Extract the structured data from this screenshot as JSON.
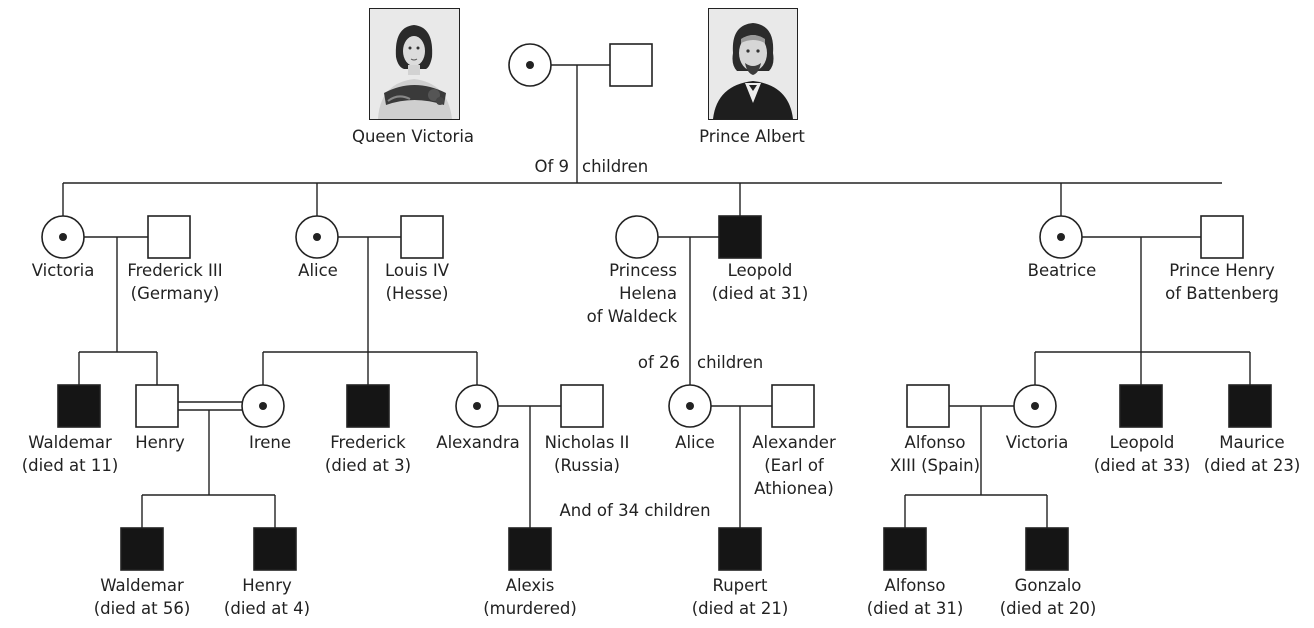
{
  "founders": {
    "victoria": {
      "name": "Queen Victoria",
      "status": "carrier"
    },
    "albert": {
      "name": "Prince Albert",
      "status": "unaffected"
    }
  },
  "sibship_notes": {
    "gen2": [
      "Of 9",
      "children"
    ],
    "leopold_children": [
      "of 26",
      "children"
    ],
    "gen4": "And of 34 children"
  },
  "people": {
    "victoria_jr": {
      "lines": [
        "Victoria"
      ],
      "status": "carrier"
    },
    "frederick_iii": {
      "lines": [
        "Frederick III",
        "(Germany)"
      ],
      "status": "unaffected"
    },
    "alice": {
      "lines": [
        "Alice"
      ],
      "status": "carrier"
    },
    "louis_iv": {
      "lines": [
        "Louis IV",
        "(Hesse)"
      ],
      "status": "unaffected"
    },
    "helena": {
      "lines": [
        "Princess",
        "Helena",
        "of Waldeck"
      ],
      "status": "unaffected"
    },
    "leopold": {
      "lines": [
        "Leopold",
        "(died at 31)"
      ],
      "status": "affected"
    },
    "beatrice": {
      "lines": [
        "Beatrice"
      ],
      "status": "carrier"
    },
    "henry_battenberg": {
      "lines": [
        "Prince Henry",
        "of Battenberg"
      ],
      "status": "unaffected"
    },
    "waldemar": {
      "lines": [
        "Waldemar",
        "(died at 11)"
      ],
      "status": "affected"
    },
    "henry": {
      "lines": [
        "Henry"
      ],
      "status": "unaffected"
    },
    "irene": {
      "lines": [
        "Irene"
      ],
      "status": "carrier"
    },
    "frederick": {
      "lines": [
        "Frederick",
        "(died at 3)"
      ],
      "status": "affected"
    },
    "alexandra": {
      "lines": [
        "Alexandra"
      ],
      "status": "carrier"
    },
    "nicholas_ii": {
      "lines": [
        "Nicholas II",
        "(Russia)"
      ],
      "status": "unaffected"
    },
    "alice_2": {
      "lines": [
        "Alice"
      ],
      "status": "carrier"
    },
    "alexander": {
      "lines": [
        "Alexander",
        "(Earl of",
        "Athionea)"
      ],
      "status": "unaffected"
    },
    "alfonso_xiii": {
      "lines": [
        "Alfonso",
        "XIII (Spain)"
      ],
      "status": "unaffected"
    },
    "victoria_3": {
      "lines": [
        "Victoria"
      ],
      "status": "carrier"
    },
    "leopold_2": {
      "lines": [
        "Leopold",
        "(died at 33)"
      ],
      "status": "affected"
    },
    "maurice": {
      "lines": [
        "Maurice",
        "(died at 23)"
      ],
      "status": "affected"
    },
    "waldemar_2": {
      "lines": [
        "Waldemar",
        "(died at 56)"
      ],
      "status": "affected"
    },
    "henry_2": {
      "lines": [
        "Henry",
        "(died at 4)"
      ],
      "status": "affected"
    },
    "alexis": {
      "lines": [
        "Alexis",
        "(murdered)"
      ],
      "status": "affected"
    },
    "rupert": {
      "lines": [
        "Rupert",
        "(died at 21)"
      ],
      "status": "affected"
    },
    "alfonso": {
      "lines": [
        "Alfonso",
        "(died at 31)"
      ],
      "status": "affected"
    },
    "gonzalo": {
      "lines": [
        "Gonzalo",
        "(died at 20)"
      ],
      "status": "affected"
    }
  }
}
